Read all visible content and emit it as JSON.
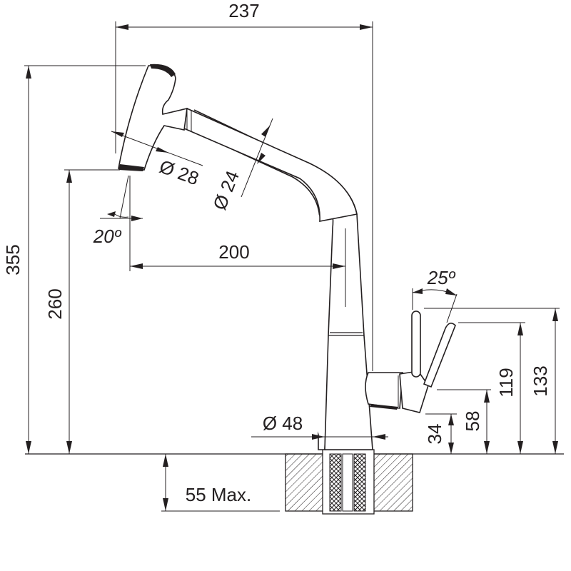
{
  "dimensions": {
    "overall_width": "237",
    "overall_height": "355",
    "spout_height": "260",
    "spout_reach": "200",
    "head_diameter": "Ø 28",
    "hose_diameter": "Ø 24",
    "head_angle": "20º",
    "lever_angle": "25º",
    "base_diameter": "Ø 48",
    "lever_top": "133",
    "lever_tip": "119",
    "lever_pivot": "58",
    "lever_bottom": "34",
    "deck_thickness": "55 Max."
  },
  "colors": {
    "line": "#231f20",
    "background": "#ffffff"
  }
}
